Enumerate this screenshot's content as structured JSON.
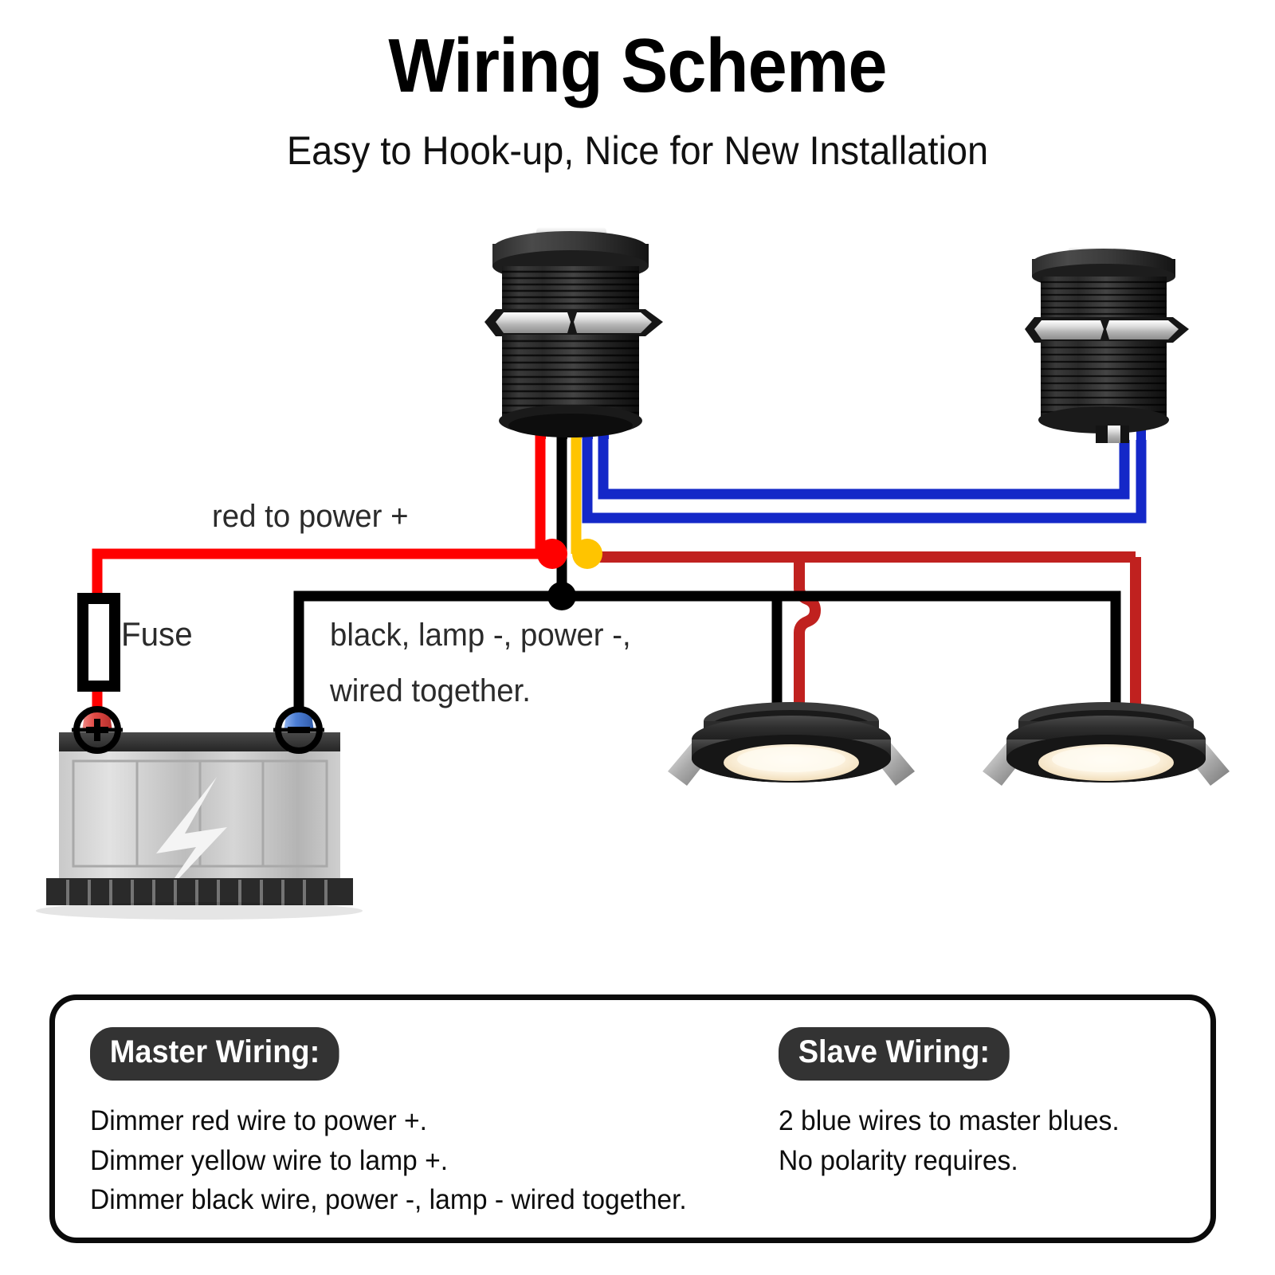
{
  "header": {
    "title": "Wiring Scheme",
    "subtitle": "Easy to Hook-up,  Nice for New Installation"
  },
  "diagram": {
    "labels": {
      "red_to_power": "red to power +",
      "fuse": "Fuse",
      "black_line1": "black, lamp -, power -,",
      "black_line2": "wired together."
    },
    "battery": {
      "positive_symbol": "+",
      "negative_symbol": "–",
      "icon": "lightning-bolt-icon"
    },
    "components": {
      "master_switch": "master-dimmer-switch",
      "slave_switch": "slave-dimmer-switch",
      "lamp_left": "led-puck-light-left",
      "lamp_right": "led-puck-light-right",
      "fuse": "inline-fuse",
      "battery": "battery"
    },
    "wire_colors": {
      "red": "#FF0000",
      "red_dark": "#C0211F",
      "black": "#000000",
      "yellow": "#FFC400",
      "blue": "#1428C8"
    },
    "master_wires": [
      "red",
      "black",
      "yellow",
      "blue",
      "blue"
    ],
    "slave_wires": [
      "blue",
      "blue"
    ]
  },
  "legend": {
    "master": {
      "heading": "Master Wiring:",
      "lines": [
        "Dimmer red wire to power +.",
        "Dimmer yellow wire to lamp +.",
        "Dimmer black wire, power -, lamp - wired together."
      ]
    },
    "slave": {
      "heading": "Slave Wiring:",
      "lines": [
        "2 blue wires to master blues.",
        "No polarity requires."
      ]
    }
  }
}
